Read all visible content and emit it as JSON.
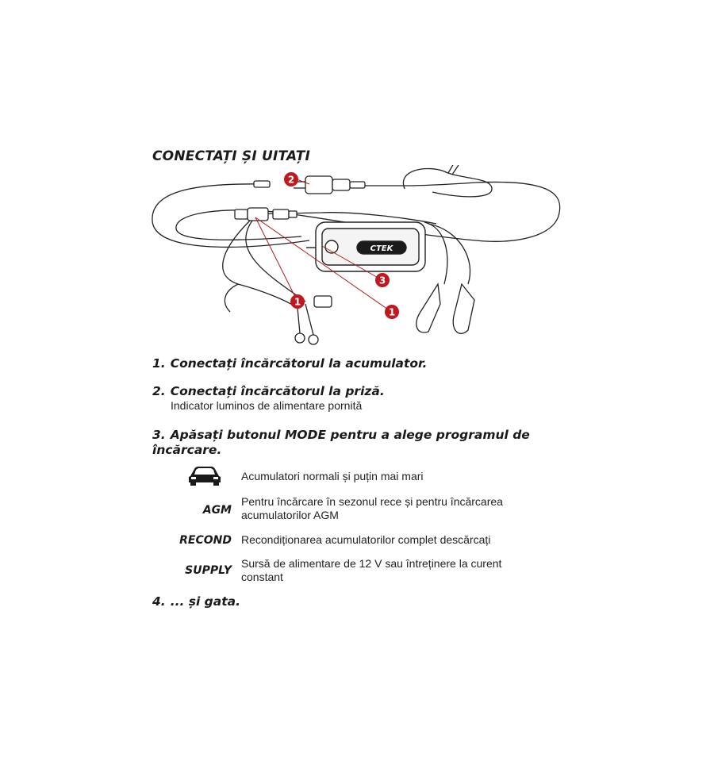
{
  "heading": "CONECTAȚI ȘI UITAȚI",
  "diagram": {
    "callouts": [
      "1",
      "2",
      "3",
      "1"
    ],
    "brand": "CTEK"
  },
  "steps": [
    {
      "num": "1.",
      "text": "Conectați încărcătorul la acumulator."
    },
    {
      "num": "2.",
      "text": "Conectați încărcătorul la priză.",
      "sub": "Indicator luminos de alimentare pornită"
    },
    {
      "num": "3.",
      "text": "Apăsați butonul MODE pentru a alege programul de încărcare."
    },
    {
      "num": "4.",
      "text": "... și gata."
    }
  ],
  "modes": [
    {
      "key": "",
      "icon": "car-icon",
      "desc": "Acumulatori normali și puțin mai mari"
    },
    {
      "key": "AGM",
      "desc": "Pentru încărcare în sezonul rece și pentru încărcarea acumulatorilor AGM"
    },
    {
      "key": "RECOND",
      "desc": "Recondiționarea acumulatorilor complet descărcați"
    },
    {
      "key": "SUPPLY",
      "desc": "Sursă de alimentare de 12 V sau întreținere la curent constant"
    }
  ]
}
